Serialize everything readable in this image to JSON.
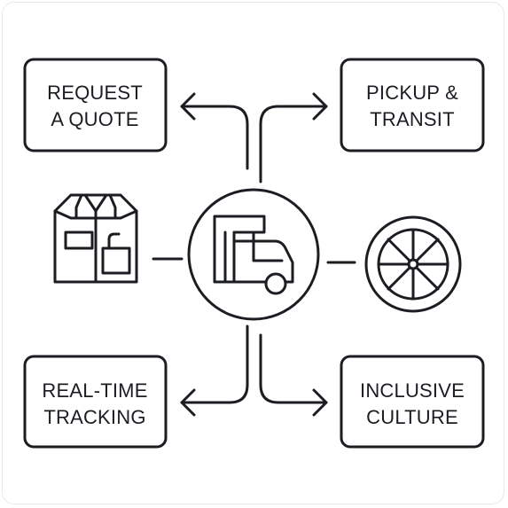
{
  "steps": {
    "request_quote": {
      "line1": "REQUEST",
      "line2": "A QUOTE"
    },
    "pickup_transit": {
      "line1": "PICKUP &",
      "line2": "TRANSIT"
    },
    "realtime_tracking": {
      "line1": "REAL-TIME",
      "line2": "TRACKING"
    },
    "inclusive_culture": {
      "line1": "INCLUSIVE",
      "line2": "CULTURE"
    }
  },
  "icons": {
    "center": "delivery-truck-icon",
    "left": "shipping-boxes-icon",
    "right": "wheel-icon"
  },
  "colors": {
    "stroke": "#1b1d22",
    "background": "#ffffff"
  }
}
